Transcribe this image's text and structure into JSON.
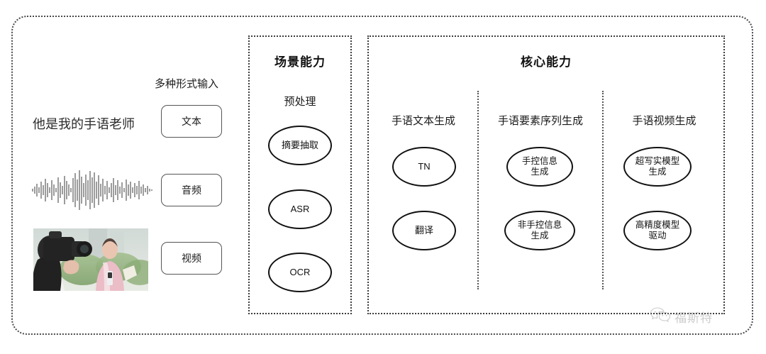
{
  "diagram": {
    "input_section": {
      "caption": "多种形式输入",
      "sample_text": "他是我的手语老师",
      "modalities": [
        {
          "label": "文本",
          "media": "text"
        },
        {
          "label": "音频",
          "media": "waveform"
        },
        {
          "label": "视频",
          "media": "photo"
        }
      ]
    },
    "scene_panel": {
      "title": "场景能力",
      "columns": [
        {
          "heading": "预处理",
          "nodes": [
            "摘要抽取",
            "ASR",
            "OCR"
          ]
        }
      ]
    },
    "core_panel": {
      "title": "核心能力",
      "columns": [
        {
          "heading": "手语文本生成",
          "nodes": [
            "TN",
            "翻译"
          ]
        },
        {
          "heading": "手语要素序列生成",
          "nodes": [
            "手控信息\n生成",
            "非手控信息\n生成"
          ]
        },
        {
          "heading": "手语视频生成",
          "nodes": [
            "超写实模型\n生成",
            "高精度模型\n驱动"
          ]
        }
      ]
    },
    "watermark": {
      "text": "福斯特",
      "icon": "wechat-icon"
    },
    "colors": {
      "border": "#3c3c3c",
      "node_border": "#111111",
      "text": "#1a1a1a",
      "watermark": "#9a9a9a"
    }
  }
}
